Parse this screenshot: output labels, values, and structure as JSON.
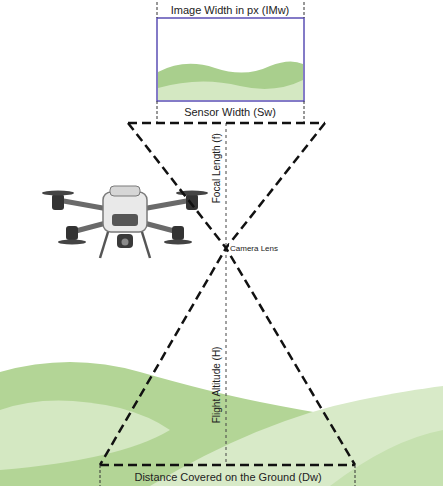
{
  "diagram": {
    "labels": [
      "Image Width in px (IMw)",
      "Sensor Width (Sw)",
      "Focal Length (f)",
      "Camera Lens",
      "Flight Altitude (H)",
      "Distance Covered on the Ground (Dw)"
    ]
  }
}
